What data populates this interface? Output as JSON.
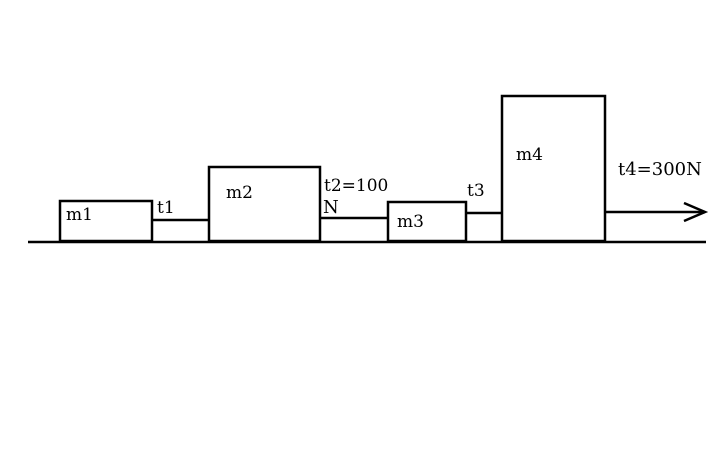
{
  "colors": {
    "ink": "#000000",
    "background": "#ffffff"
  },
  "blocks": {
    "m1": {
      "label": "m1"
    },
    "m2": {
      "label": "m2"
    },
    "m3": {
      "label": "m3"
    },
    "m4": {
      "label": "m4"
    }
  },
  "tensions": {
    "t1": {
      "label": "t1"
    },
    "t2": {
      "label_line1": "t2=100",
      "label_line2": "N"
    },
    "t3": {
      "label": "t3"
    },
    "t4": {
      "label": "t4=300N"
    }
  }
}
